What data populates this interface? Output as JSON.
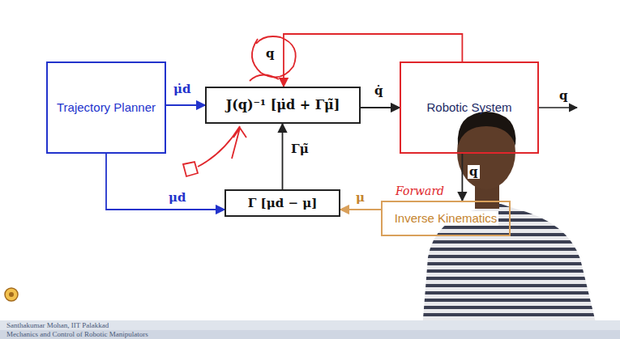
{
  "diagram": {
    "nodes": [
      {
        "text": [
          "Trajectory Planner"
        ]
      },
      {
        "text": [
          "J(q)⁻¹ [μ̇d + Γμ̃]"
        ]
      },
      {
        "text": [
          "Robotic System"
        ]
      },
      {
        "text": [
          "Γ [μd − μ]"
        ]
      },
      {
        "text": [
          "Inverse Kinematics"
        ]
      }
    ],
    "edges": [
      {
        "from": 0,
        "to": 1,
        "arrow": "to",
        "label": "μ̇d"
      },
      {
        "from": 1,
        "to": 2,
        "arrow": "to",
        "label": "q̇"
      },
      {
        "from": 2,
        "to": 1,
        "arrow": "to",
        "label": "q"
      },
      {
        "from": 3,
        "to": 1,
        "arrow": "to",
        "label": "Γμ̃"
      },
      {
        "from": 0,
        "to": 3,
        "arrow": "to",
        "label": "μd"
      },
      {
        "from": 2,
        "to": 4,
        "arrow": "to",
        "label": "q"
      },
      {
        "from": 4,
        "to": 3,
        "arrow": "to",
        "label": "μ"
      }
    ],
    "labels": [
      "q",
      "Forward",
      "Santhakumar Mohan, IIT Palakkad",
      "Mechanics and Control of Robotic Manipulators"
    ]
  }
}
